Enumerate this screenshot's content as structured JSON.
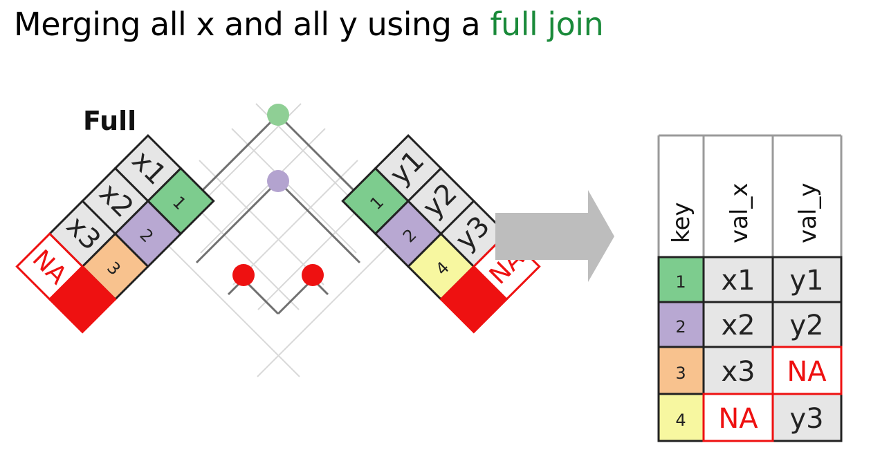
{
  "title": {
    "prefix": "Merging all x and all y using a ",
    "accent": "full join",
    "accent_color": "#1a8a3a"
  },
  "diagram": {
    "label": "Full",
    "left_keys": [
      "1",
      "2",
      "3",
      "NA"
    ],
    "left_values": [
      "x1",
      "x2",
      "x3"
    ],
    "right_keys": [
      "1",
      "2",
      "4",
      "NA"
    ],
    "right_values": [
      "y1",
      "y2",
      "y3"
    ]
  },
  "result_table": {
    "headers": [
      "key",
      "val_x",
      "val_y"
    ],
    "rows": [
      {
        "key": "1",
        "val_x": "x1",
        "val_y": "y1"
      },
      {
        "key": "2",
        "val_x": "x2",
        "val_y": "y2"
      },
      {
        "key": "3",
        "val_x": "x3",
        "val_y": "NA"
      },
      {
        "key": "4",
        "val_x": "NA",
        "val_y": "y3"
      }
    ]
  },
  "colors": {
    "key1": "#7dcc8e",
    "key2": "#b8a8d2",
    "key3": "#f8c28e",
    "key4": "#f7f7a0",
    "na": "#ee1111",
    "cell": "#e6e6e6",
    "match1": "#8fcf95",
    "match2": "#b3a3cf",
    "arrow": "#bdbdbd"
  }
}
